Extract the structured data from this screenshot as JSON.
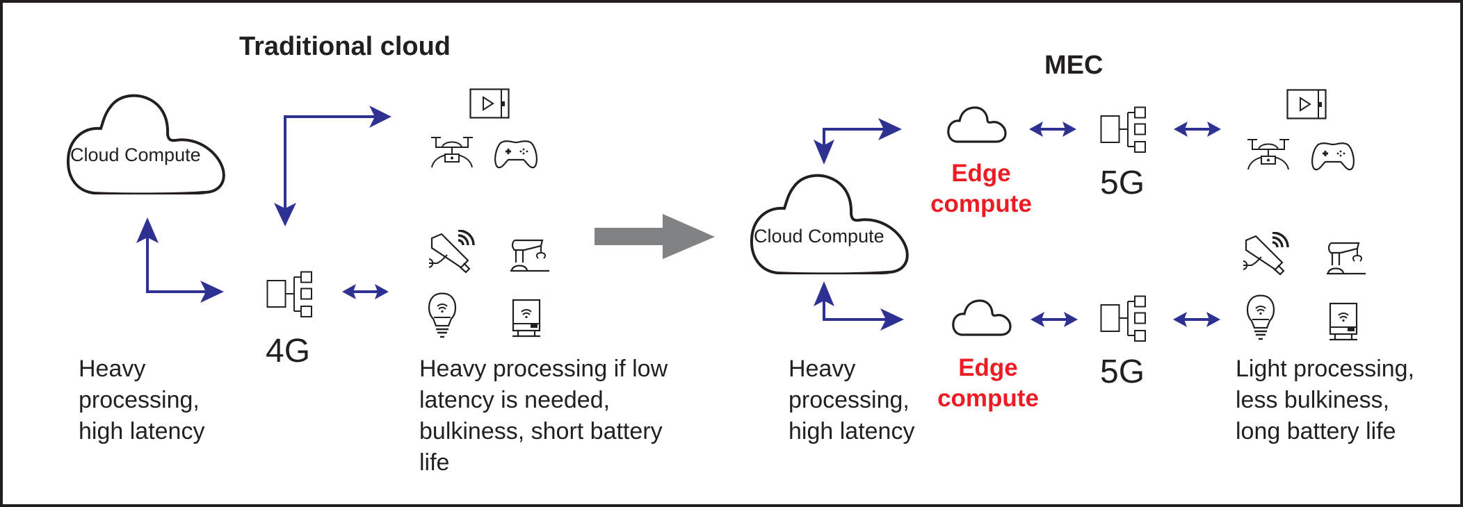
{
  "colors": {
    "arrow": "#2e3192",
    "transition_arrow": "#808285",
    "edge_text": "#ed1c24",
    "ink": "#231f20"
  },
  "traditional": {
    "title": "Traditional cloud",
    "cloud_label": "Cloud Compute",
    "network_label": "4G",
    "cloud_caption": "Heavy processing, high latency",
    "device_caption": "Heavy processing if low latency is needed, bulkiness, short battery life",
    "devices_group_1": [
      "tablet-video-icon",
      "drone-icon",
      "gamepad-icon"
    ],
    "devices_group_2": [
      "security-camera-icon",
      "robot-arm-icon",
      "smart-bulb-icon",
      "smart-router-icon"
    ]
  },
  "mec": {
    "title": "MEC",
    "cloud_label": "Cloud Compute",
    "edge_top_label_line1": "Edge",
    "edge_top_label_line2": "compute",
    "edge_bottom_label_line1": "Edge",
    "edge_bottom_label_line2": "compute",
    "network_top_label": "5G",
    "network_bottom_label": "5G",
    "cloud_caption": "Heavy processing, high latency",
    "device_caption": "Light processing, less bulkiness, long battery life",
    "devices_group_1": [
      "tablet-video-icon",
      "drone-icon",
      "gamepad-icon"
    ],
    "devices_group_2": [
      "security-camera-icon",
      "robot-arm-icon",
      "smart-bulb-icon",
      "smart-router-icon"
    ]
  }
}
